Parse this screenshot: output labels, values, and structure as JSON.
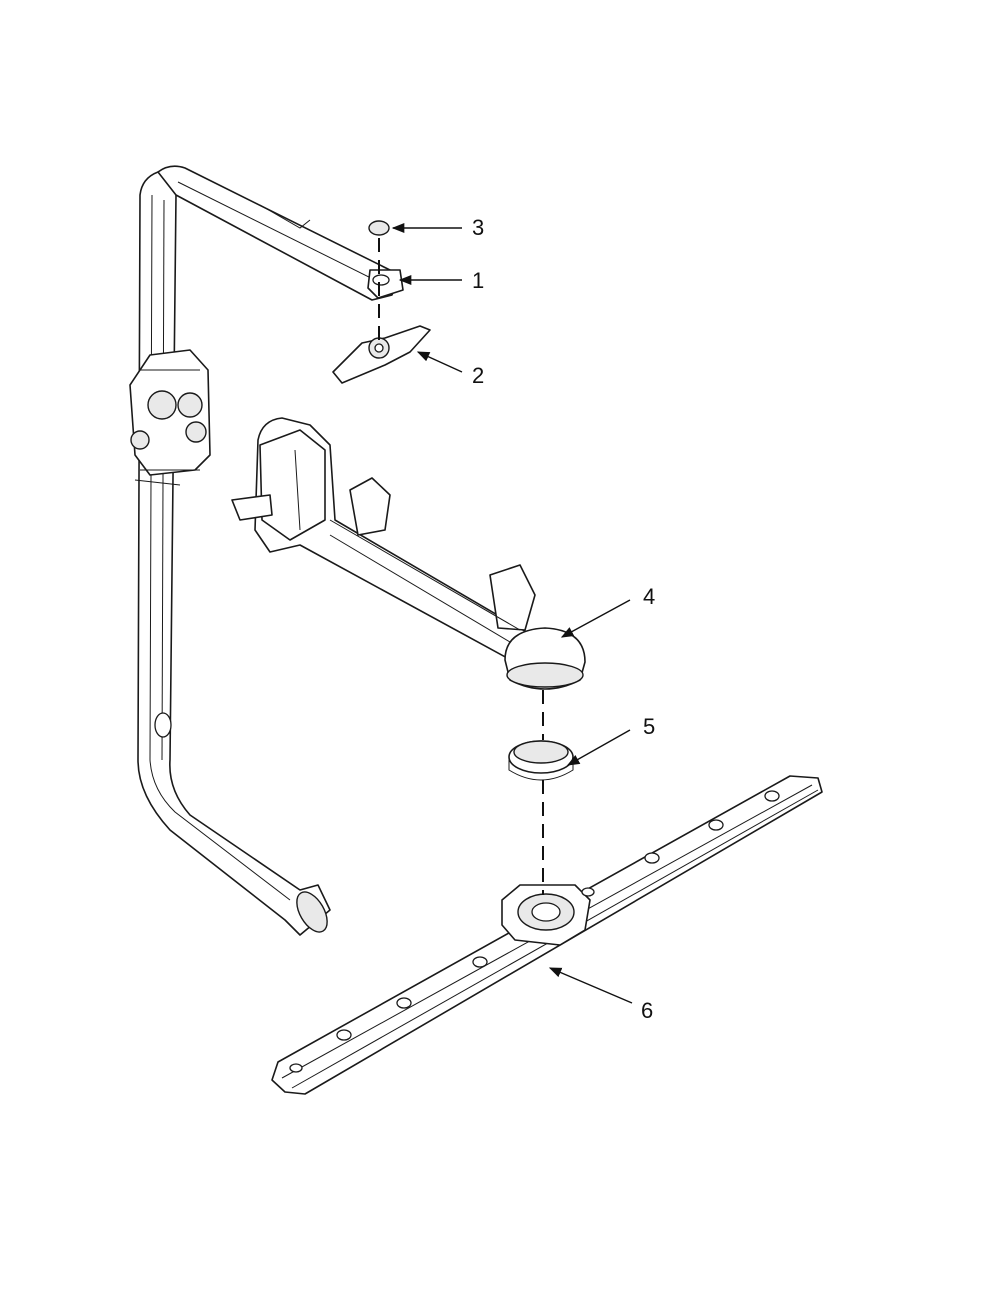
{
  "diagram": {
    "callouts": [
      {
        "id": "callout-3",
        "label": "3"
      },
      {
        "id": "callout-1",
        "label": "1"
      },
      {
        "id": "callout-2",
        "label": "2"
      },
      {
        "id": "callout-4",
        "label": "4"
      },
      {
        "id": "callout-5",
        "label": "5"
      },
      {
        "id": "callout-6",
        "label": "6"
      }
    ]
  }
}
